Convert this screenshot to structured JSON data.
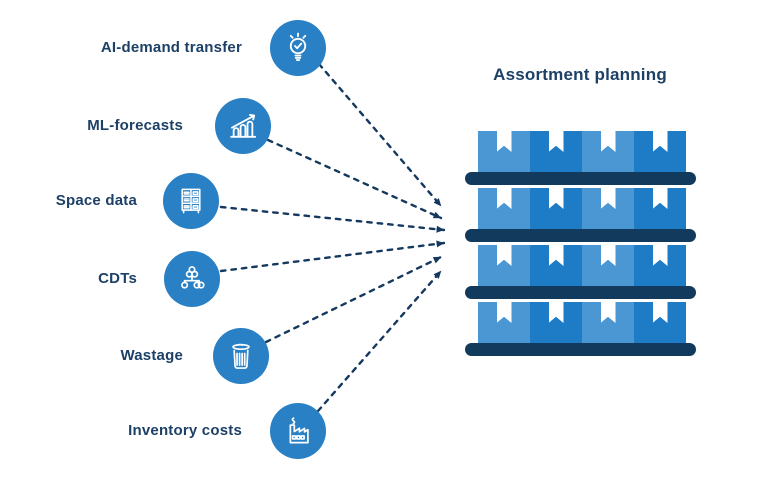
{
  "diagram": {
    "title": "Assortment planning",
    "inputs": [
      {
        "label": "AI-demand transfer",
        "icon": "lightbulb-check-icon"
      },
      {
        "label": "ML-forecasts",
        "icon": "bar-chart-growth-icon"
      },
      {
        "label": "Space data",
        "icon": "shelf-rack-icon"
      },
      {
        "label": "CDTs",
        "icon": "decision-tree-icon"
      },
      {
        "label": "Wastage",
        "icon": "trash-can-icon"
      },
      {
        "label": "Inventory costs",
        "icon": "factory-icon"
      }
    ],
    "shelf": {
      "rows": 4,
      "boxes_per_row": 4
    },
    "colors": {
      "icon_circle_blue": "#2980C4",
      "box_light_blue": "#4A97D3",
      "box_dark_blue": "#1E7BC6",
      "navy_text": "#1D4066",
      "navy_shelf_bar": "#113A5C",
      "navy_connector": "#15395E",
      "background": "#FFFFFF"
    }
  }
}
